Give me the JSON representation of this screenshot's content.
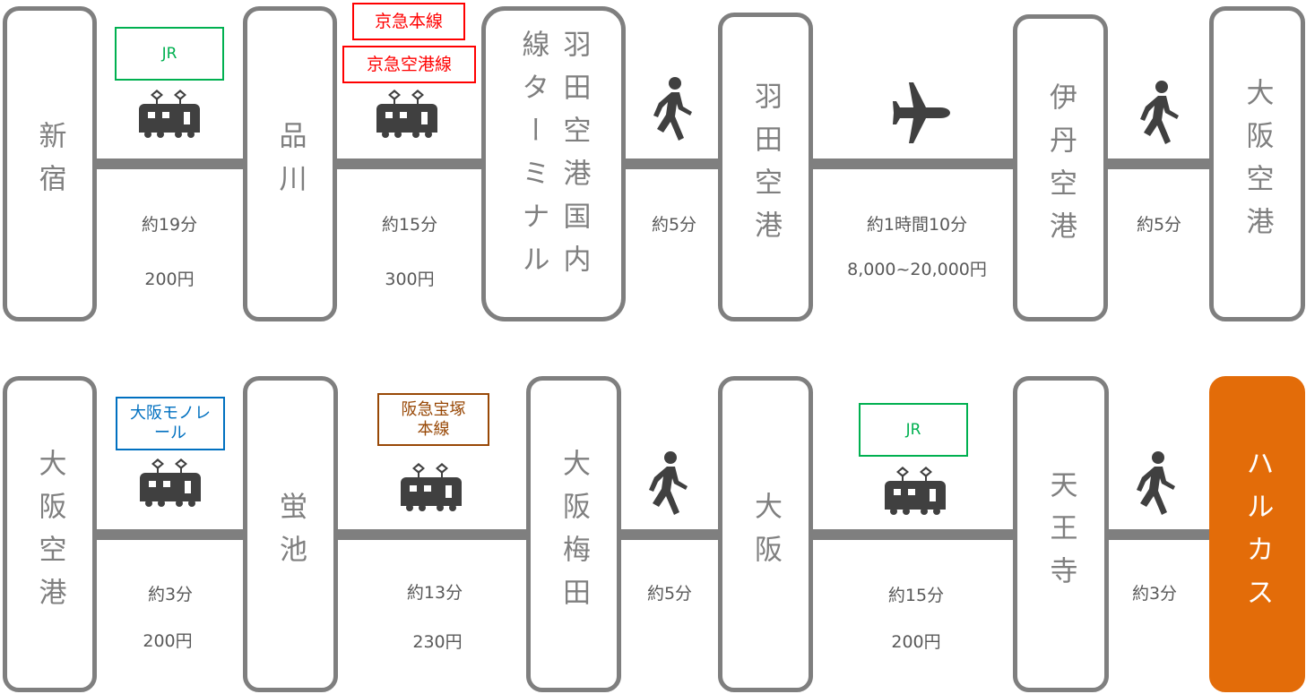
{
  "colors": {
    "line": "#7f7f7f",
    "goal": "#e36c09",
    "jr": "#00b050",
    "keikyu": "#ff0000",
    "monorail": "#0070c0",
    "hankyu": "#984806"
  },
  "row1": {
    "stations": [
      "新宿",
      "品川",
      "羽田空港国内線ターミナル",
      "羽田空港",
      "伊丹空港",
      "大阪空港"
    ],
    "segments": [
      {
        "lines": [
          "JR"
        ],
        "icon": "train-icon",
        "time": "約19分",
        "fare": "200円"
      },
      {
        "lines": [
          "京急本線",
          "京急空港線"
        ],
        "icon": "train-icon",
        "time": "約15分",
        "fare": "300円"
      },
      {
        "icon": "walk-icon",
        "time": "約5分"
      },
      {
        "icon": "plane-icon",
        "time": "約1時間10分",
        "fare": "8,000~20,000円"
      },
      {
        "icon": "walk-icon",
        "time": "約5分"
      }
    ]
  },
  "row2": {
    "stations": [
      "大阪空港",
      "蛍池",
      "大阪梅田",
      "大阪",
      "天王寺",
      "ハルカス"
    ],
    "segments": [
      {
        "lines": [
          "大阪モノレール"
        ],
        "icon": "train-icon",
        "time": "約3分",
        "fare": "200円"
      },
      {
        "lines": [
          "阪急宝塚本線"
        ],
        "icon": "train-icon",
        "time": "約13分",
        "fare": "230円"
      },
      {
        "icon": "walk-icon",
        "time": "約5分"
      },
      {
        "lines": [
          "JR"
        ],
        "icon": "train-icon",
        "time": "約15分",
        "fare": "200円"
      },
      {
        "icon": "walk-icon",
        "time": "約3分"
      }
    ]
  }
}
